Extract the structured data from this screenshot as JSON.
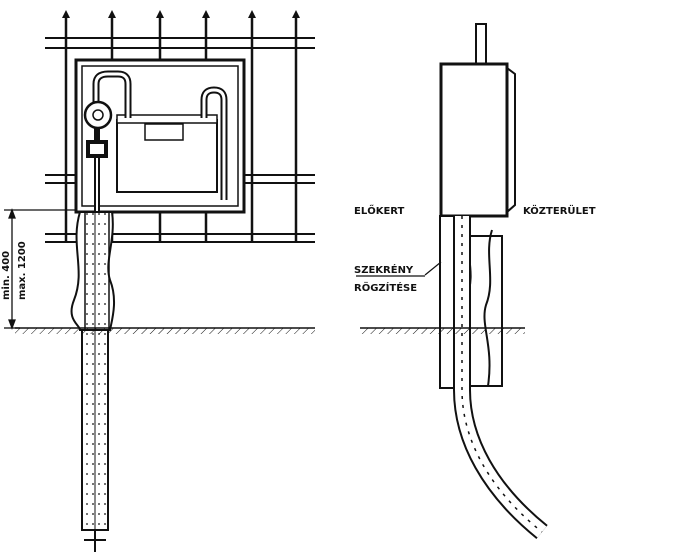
{
  "labels": {
    "elokert": "ELŐKERT",
    "kozterulet": "KÖZTERÜLET",
    "szekreny": "SZEKRÉNY",
    "rogzitese": "RÖGZÍTÉSE"
  },
  "dimension": {
    "min": "min. 400",
    "max": "max. 1200"
  }
}
